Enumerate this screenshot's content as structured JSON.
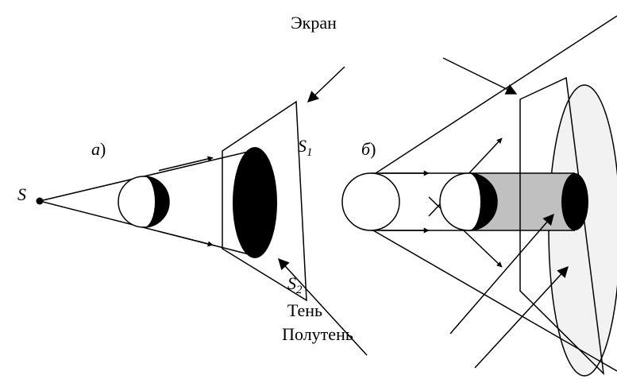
{
  "labels": {
    "screen": "Экран",
    "shadow": "Тень",
    "penumbra": "Полутень",
    "source": "S",
    "case_a": "а",
    "case_a_paren": ")",
    "case_b": "б",
    "case_b_paren": ")",
    "s1_letter": "S",
    "s1_index": "1",
    "s2_letter": "S",
    "s2_index": "2"
  },
  "colors": {
    "shadow": "#000000",
    "penumbra_tube": "#c0c0c0",
    "penumbra_screen": "#f2f2f2",
    "outline": "#000000"
  }
}
